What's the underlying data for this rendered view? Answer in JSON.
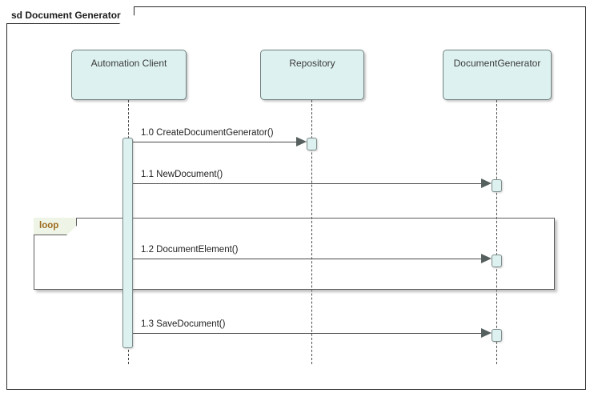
{
  "diagram": {
    "kind_prefix": "sd",
    "title": "sd Document Generator",
    "name": "Document Generator",
    "colors": {
      "lifeline_head_fill": "#ddf2f0",
      "lifeline_head_border": "#6f7f7d",
      "activation_fill": "#ddf2f0",
      "line": "#4a4a4a",
      "frame_border": "#2b2b2b",
      "fragment_tab_fill": "#eef5e6",
      "fragment_label_text": "#9c6b20",
      "canvas_background": "#ffffff"
    }
  },
  "lifelines": [
    {
      "id": "automation-client",
      "label": "Automation Client"
    },
    {
      "id": "repository",
      "label": "Repository"
    },
    {
      "id": "document-generator",
      "label": "DocumentGenerator"
    }
  ],
  "messages": [
    {
      "sequence": "1.0",
      "name": "CreateDocumentGenerator()",
      "label": "1.0 CreateDocumentGenerator()",
      "from": "Automation Client",
      "to": "Repository",
      "kind": "synchronous-call"
    },
    {
      "sequence": "1.1",
      "name": "NewDocument()",
      "label": "1.1 NewDocument()",
      "from": "Automation Client",
      "to": "DocumentGenerator",
      "kind": "synchronous-call"
    },
    {
      "sequence": "1.2",
      "name": "DocumentElement()",
      "label": "1.2 DocumentElement()",
      "from": "Automation Client",
      "to": "DocumentGenerator",
      "kind": "synchronous-call"
    },
    {
      "sequence": "1.3",
      "name": "SaveDocument()",
      "label": "1.3 SaveDocument()",
      "from": "Automation Client",
      "to": "DocumentGenerator",
      "kind": "synchronous-call"
    }
  ],
  "fragments": [
    {
      "id": "loop-fragment",
      "operator": "loop",
      "label": "loop",
      "contains": [
        "1.2 DocumentElement()"
      ]
    }
  ]
}
